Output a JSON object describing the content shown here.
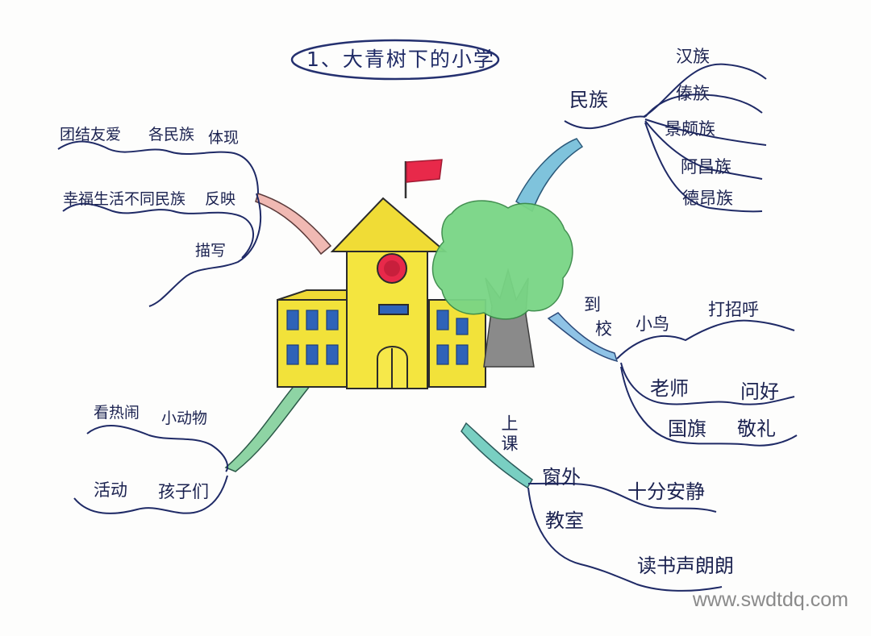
{
  "title": "1、大青树下的小学",
  "branches": {
    "nationalities": {
      "label": "民族",
      "items": [
        "汉族",
        "傣族",
        "景颇族",
        "阿昌族",
        "德昂族"
      ]
    },
    "values": {
      "items": [
        "团结友爱",
        "各民族",
        "体现",
        "幸福生活不同民族",
        "反映",
        "描写"
      ]
    },
    "school_arrival": {
      "label_1": "到",
      "label_2": "校",
      "items": [
        "小鸟",
        "打招呼",
        "老师",
        "问好",
        "国旗",
        "敬礼"
      ]
    },
    "class": {
      "label": "上课",
      "items": [
        "窗外",
        "十分安静",
        "教室",
        "读书声朗朗"
      ]
    },
    "activities": {
      "items": [
        "看热闹",
        "小动物",
        "活动",
        "孩子们"
      ]
    }
  },
  "watermark": "www.swdtdq.com",
  "colors": {
    "ink": "#1b2250",
    "school_yellow": "#f2e23a",
    "flag_red": "#e8294a",
    "tree_green": "#6fcf7a",
    "trunk_gray": "#7c7c7c",
    "branch_blue": "#5ba8c9",
    "branch_teal": "#4bb3a6",
    "branch_green": "#6ec890",
    "branch_pink": "#e8a9a4"
  }
}
